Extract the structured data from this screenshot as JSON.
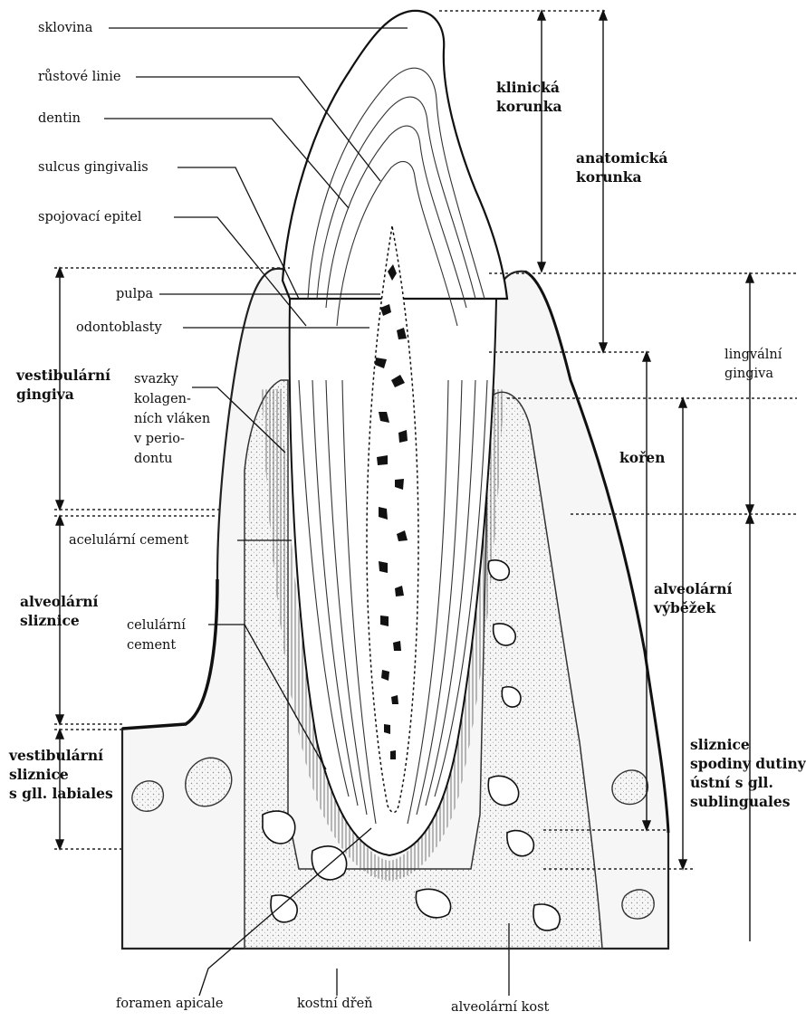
{
  "left_labels": {
    "sklovina": "sklovina",
    "rustove_linie": "růstové linie",
    "dentin": "dentin",
    "sulcus": "sulcus gingivalis",
    "spojovaci": "spojovací epitel",
    "pulpa": "pulpa",
    "odontoblasty": "odontoblasty",
    "svazky": [
      "svazky",
      "kolagen-",
      "ních vláken",
      "v perio-",
      "dontu"
    ],
    "acelularni": "acelulární cement",
    "celularni": [
      "celulární",
      "cement"
    ]
  },
  "bottom_labels": {
    "foramen": "foramen apicale",
    "kostni_dren": "kostní dřeň",
    "alveolarni_kost": "alveolární kost"
  },
  "left_regions": {
    "vestibularni_gingiva": [
      "vestibulární",
      "gingiva"
    ],
    "alveolarni_sliznice": [
      "alveolární",
      "sliznice"
    ],
    "vestibularni_sliznice": [
      "vestibulární",
      "sliznice",
      "s gll. labiales"
    ]
  },
  "right_regions": {
    "klinicka": [
      "klinická",
      "korunka"
    ],
    "anatomicka": [
      "anatomická",
      "korunka"
    ],
    "lingvalni": [
      "lingvální",
      "gingiva"
    ],
    "koren": "kořen",
    "vybezek": [
      "alveolární",
      "výběžek"
    ],
    "sliznice_spodiny": [
      "sliznice",
      "spodiny dutiny",
      "ústní s gll.",
      "sublinguales"
    ]
  }
}
